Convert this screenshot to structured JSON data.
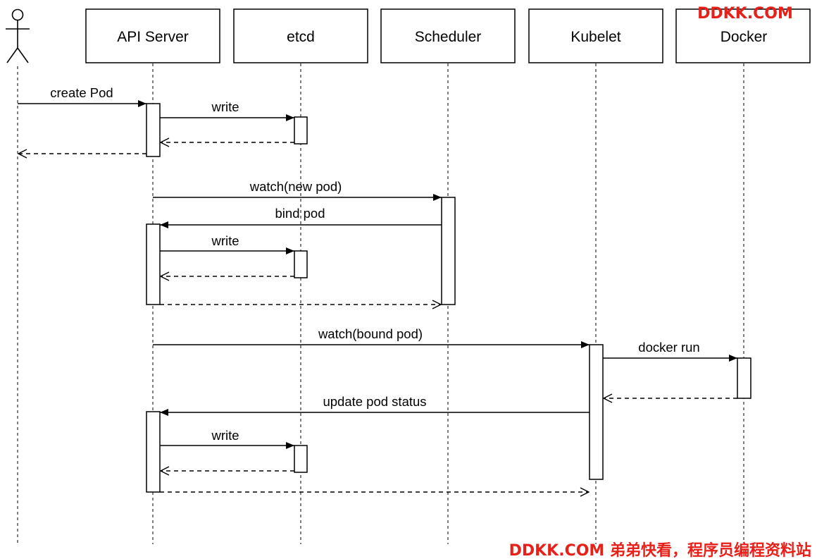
{
  "participants": [
    {
      "id": "user",
      "label": ""
    },
    {
      "id": "api",
      "label": "API Server"
    },
    {
      "id": "etcd",
      "label": "etcd"
    },
    {
      "id": "scheduler",
      "label": "Scheduler"
    },
    {
      "id": "kubelet",
      "label": "Kubelet"
    },
    {
      "id": "docker",
      "label": "Docker"
    }
  ],
  "messages": [
    {
      "from": "user",
      "to": "api",
      "label": "create Pod",
      "kind": "sync"
    },
    {
      "from": "api",
      "to": "etcd",
      "label": "write",
      "kind": "sync"
    },
    {
      "from": "etcd",
      "to": "api",
      "label": "",
      "kind": "return"
    },
    {
      "from": "api",
      "to": "user",
      "label": "",
      "kind": "return"
    },
    {
      "from": "api",
      "to": "scheduler",
      "label": "watch(new pod)",
      "kind": "sync"
    },
    {
      "from": "scheduler",
      "to": "api",
      "label": "bind pod",
      "kind": "sync"
    },
    {
      "from": "api",
      "to": "etcd",
      "label": "write",
      "kind": "sync"
    },
    {
      "from": "etcd",
      "to": "api",
      "label": "",
      "kind": "return"
    },
    {
      "from": "api",
      "to": "scheduler",
      "label": "",
      "kind": "return"
    },
    {
      "from": "api",
      "to": "kubelet",
      "label": "watch(bound pod)",
      "kind": "sync"
    },
    {
      "from": "kubelet",
      "to": "docker",
      "label": "docker run",
      "kind": "sync"
    },
    {
      "from": "docker",
      "to": "kubelet",
      "label": "",
      "kind": "return"
    },
    {
      "from": "kubelet",
      "to": "api",
      "label": "update pod status",
      "kind": "sync"
    },
    {
      "from": "api",
      "to": "etcd",
      "label": "write",
      "kind": "sync"
    },
    {
      "from": "etcd",
      "to": "api",
      "label": "",
      "kind": "return"
    },
    {
      "from": "api",
      "to": "kubelet",
      "label": "",
      "kind": "return"
    }
  ],
  "watermark": {
    "top": "DDKK.COM",
    "bottom": "DDKK.COM 弟弟快看，程序员编程资料站",
    "color": "#e8201a"
  }
}
